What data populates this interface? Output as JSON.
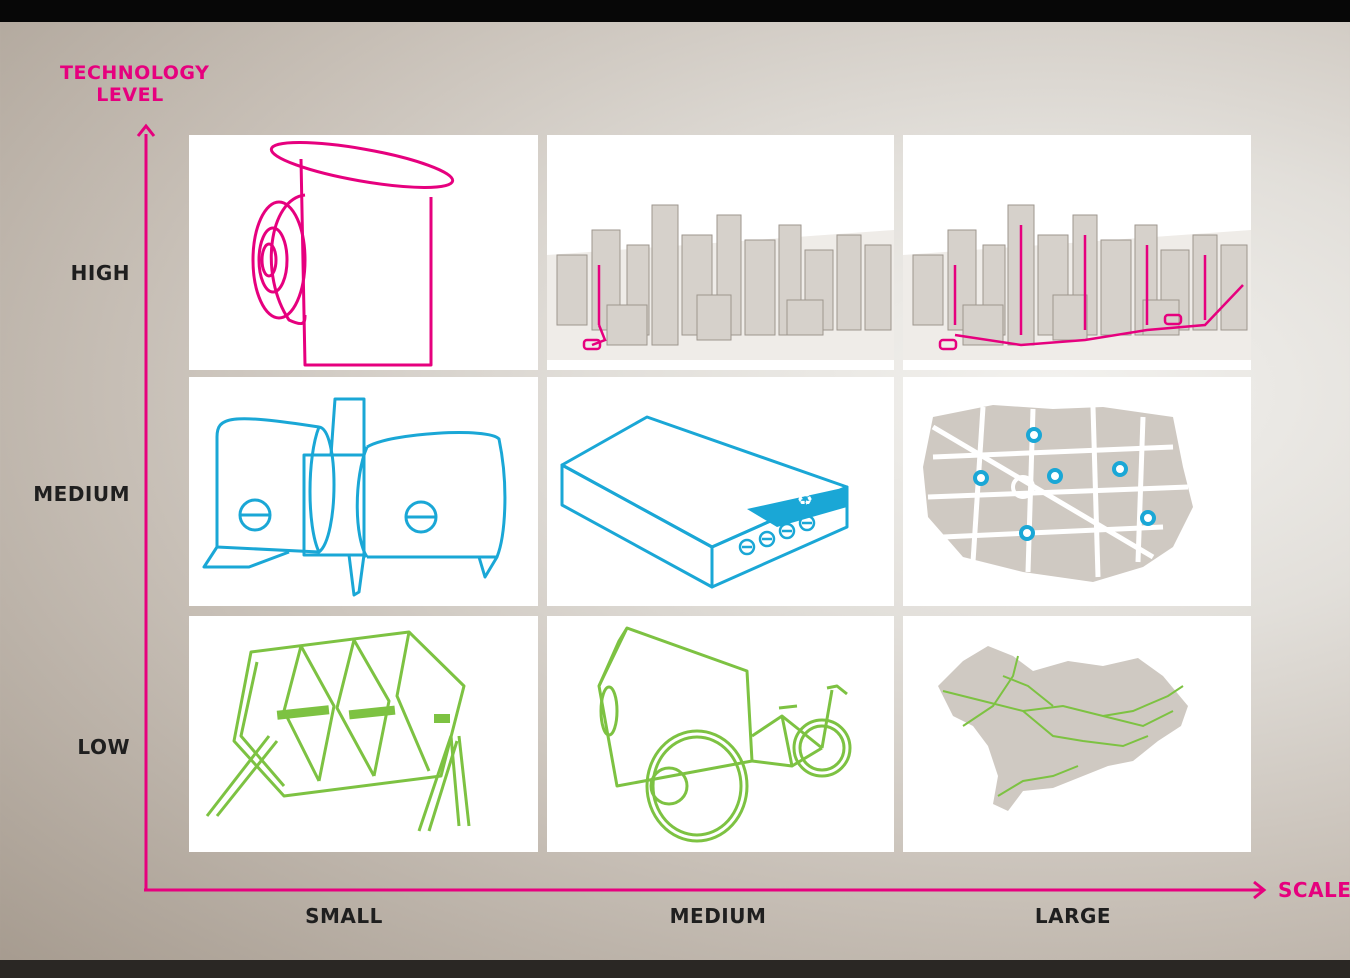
{
  "y_axis": {
    "title_line1": "TECHNOLOGY",
    "title_line2": "LEVEL"
  },
  "x_axis": {
    "title": "SCALE"
  },
  "rows": [
    {
      "label": "HIGH"
    },
    {
      "label": "MEDIUM"
    },
    {
      "label": "LOW"
    }
  ],
  "columns": [
    {
      "label": "SMALL"
    },
    {
      "label": "MEDIUM"
    },
    {
      "label": "LARGE"
    }
  ],
  "colors": {
    "high": "#e6007e",
    "medium": "#1aa7d6",
    "low": "#7dc242",
    "map_gray": "#cfc9c2",
    "building": "#d6d1cb"
  },
  "cells": [
    {
      "row": "HIGH",
      "column": "SMALL",
      "icon": "high-tech-small-unit-icon"
    },
    {
      "row": "HIGH",
      "column": "MEDIUM",
      "icon": "city-model-medium-icon"
    },
    {
      "row": "HIGH",
      "column": "LARGE",
      "icon": "city-model-network-icon"
    },
    {
      "row": "MEDIUM",
      "column": "SMALL",
      "icon": "twin-drum-unit-icon"
    },
    {
      "row": "MEDIUM",
      "column": "MEDIUM",
      "icon": "recycling-facility-icon"
    },
    {
      "row": "MEDIUM",
      "column": "LARGE",
      "icon": "city-map-points-icon"
    },
    {
      "row": "LOW",
      "column": "SMALL",
      "icon": "compost-tumbler-icon"
    },
    {
      "row": "LOW",
      "column": "MEDIUM",
      "icon": "cargo-bicycle-icon"
    },
    {
      "row": "LOW",
      "column": "LARGE",
      "icon": "regional-map-icon"
    }
  ]
}
